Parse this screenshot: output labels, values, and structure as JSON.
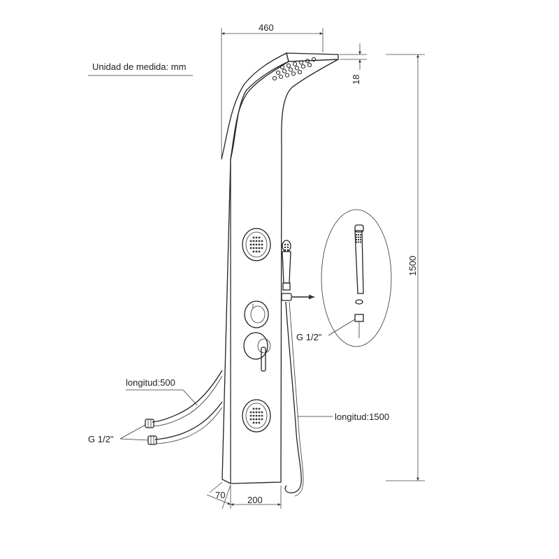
{
  "units_note": "Unidad de medida: mm",
  "dimensions": {
    "top_width": "460",
    "head_thickness": "18",
    "total_height": "1500",
    "depth": "70",
    "base_width": "200"
  },
  "labels": {
    "hose_length_left": "longitud:500",
    "thread_left": "G 1/2\"",
    "thread_detail": "G 1/2\"",
    "hose_length_right": "longitud:1500"
  },
  "components": {
    "rain_head_nozzles": 22,
    "body_jets": 2,
    "thermostat_knob": 1,
    "diverter_lever": 1,
    "hand_shower": 1
  }
}
